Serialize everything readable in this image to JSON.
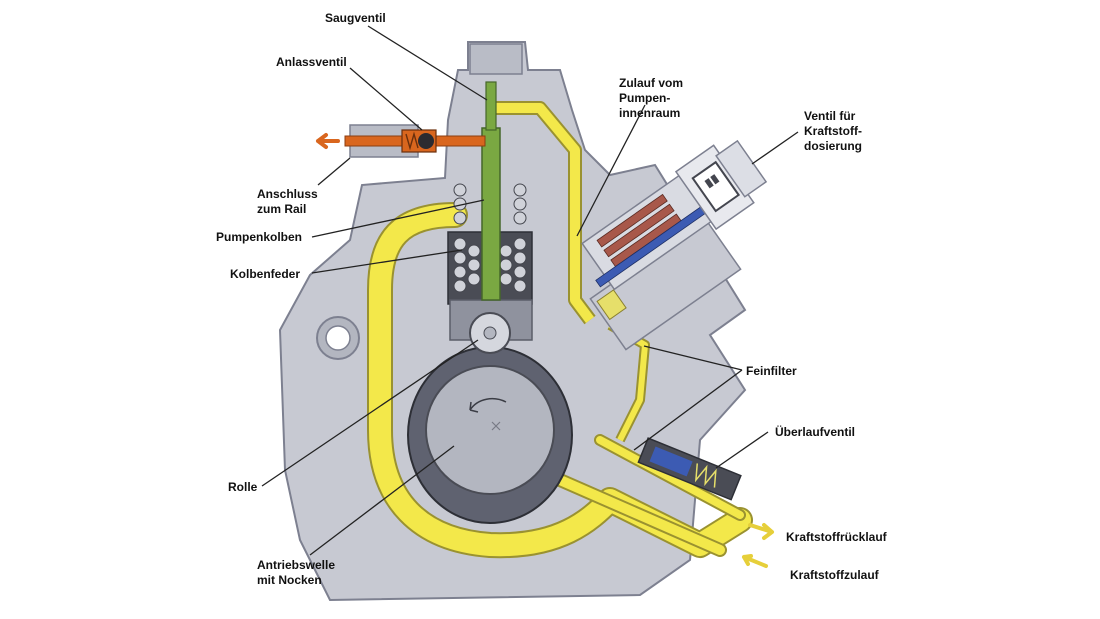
{
  "labels": {
    "saugventil": "Saugventil",
    "anlassventil": "Anlassventil",
    "anschluss": "Anschluss\nzum Rail",
    "pumpenkolben": "Pumpenkolben",
    "kolbenfeder": "Kolbenfeder",
    "rolle": "Rolle",
    "antriebswelle": "Antriebswelle\nmit Nocken",
    "zulauf": "Zulauf vom\nPumpen-\ninnenraum",
    "ventil": "Ventil für\nKraftstoff-\ndosierung",
    "feinfilter": "Feinfilter",
    "ueberlaufventil": "Überlaufventil",
    "ruecklauf": "Kraftstoffrücklauf",
    "zulauf_kraftstoff": "Kraftstoffzulauf"
  },
  "colors": {
    "housing": "#c7c9d2",
    "housing_outline": "#7d8090",
    "fuel": "#f3e84a",
    "fuel_outline": "#9a9230",
    "plunger": "#7aa842",
    "rail_line": "#d9661e",
    "valve_blue": "#3c5bb3",
    "coil": "#a8584a",
    "cavity": "#8f929e"
  }
}
